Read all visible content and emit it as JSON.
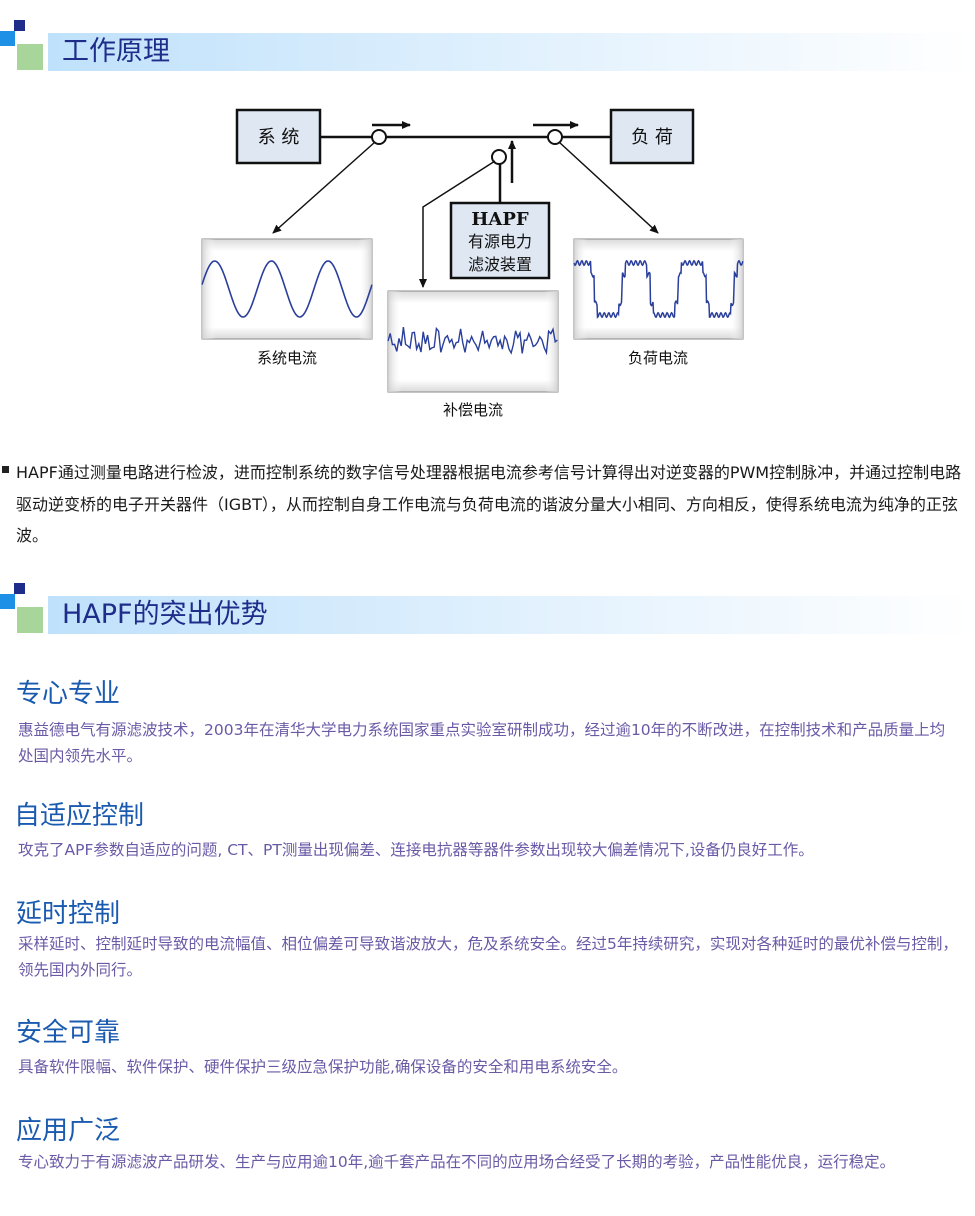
{
  "sections": [
    {
      "title": "工作原理"
    },
    {
      "title": "HAPF的突出优势"
    }
  ],
  "diagram": {
    "system_label": "系 统",
    "load_label": "负 荷",
    "hapf_lines": [
      "HAPF",
      "有源电力",
      "滤波装置"
    ],
    "system_current_label": "系统电流",
    "compensation_current_label": "补偿电流",
    "load_current_label": "负荷电流"
  },
  "description": "HAPF通过测量电路进行检波，进而控制系统的数字信号处理器根据电流参考信号计算得出对逆变器的PWM控制脉冲，并通过控制电路驱动逆变桥的电子开关器件（IGBT），从而控制自身工作电流与负荷电流的谐波分量大小相同、方向相反，使得系统电流为纯净的正弦波。",
  "advantages": [
    {
      "title": "专心专业",
      "text": "惠益德电气有源滤波技术，2003年在清华大学电力系统国家重点实验室研制成功，经过逾10年的不断改进，在控制技术和产品质量上均处国内领先水平。"
    },
    {
      "title": "自适应控制",
      "text": "攻克了APF参数自适应的问题, CT、PT测量出现偏差、连接电抗器等器件参数出现较大偏差情况下,设备仍良好工作。"
    },
    {
      "title": "延时控制",
      "text": "采样延时、控制延时导致的电流幅值、相位偏差可导致谐波放大，危及系统安全。经过5年持续研究，实现对各种延时的最优补偿与控制，领先国内外同行。"
    },
    {
      "title": "安全可靠",
      "text": "具备软件限幅、软件保护、硬件保护三级应急保护功能,确保设备的安全和用电系统安全。"
    },
    {
      "title": "应用广泛",
      "text": "专心致力于有源滤波产品研发、生产与应用逾10年,逾千套产品在不同的应用场合经受了长期的考验，产品性能优良，运行稳定。"
    }
  ],
  "colors": {
    "navy": "#1f2d8a",
    "blue": "#1e90e6",
    "green": "#a7d59a",
    "wave": "#2a3f9c",
    "adv_title": "#1a5bb0",
    "adv_text": "#6a5aa6"
  }
}
